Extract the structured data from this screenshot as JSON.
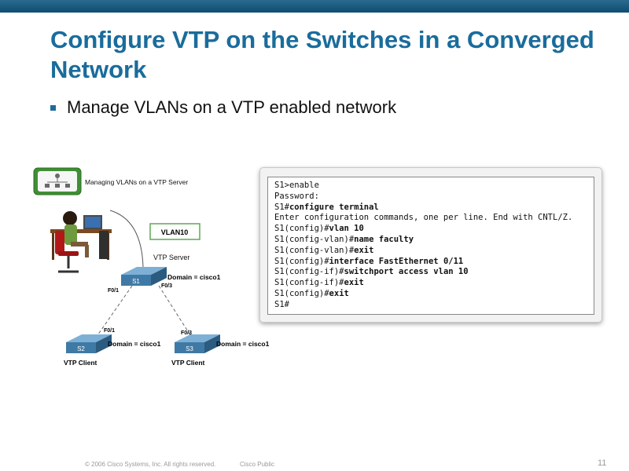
{
  "slide": {
    "title": "Configure VTP on the Switches in a Converged Network",
    "bullet": "Manage VLANs on a VTP enabled network"
  },
  "diagram": {
    "caption": "Managing VLANs on a VTP Server",
    "vlan_label": "VLAN10",
    "server_role": "VTP Server",
    "s1": {
      "name": "S1",
      "domain": "Domain = cisco1",
      "port_left": "F0/1",
      "port_right": "F0/3"
    },
    "s2": {
      "name": "S2",
      "domain": "Domain = cisco1",
      "port": "F0/1",
      "role": "VTP Client"
    },
    "s3": {
      "name": "S3",
      "domain": "Domain = cisco1",
      "port": "F0/3",
      "role": "VTP Client"
    }
  },
  "cli": {
    "lines": [
      {
        "prefix": "S1>enable",
        "cmd": ""
      },
      {
        "prefix": "Password:",
        "cmd": ""
      },
      {
        "prefix": "S1#",
        "cmd": "configure terminal"
      },
      {
        "prefix": "Enter configuration commands, one per line. End with CNTL/Z.",
        "cmd": ""
      },
      {
        "prefix": "S1(config)#",
        "cmd": "vlan 10"
      },
      {
        "prefix": "S1(config-vlan)#",
        "cmd": "name faculty"
      },
      {
        "prefix": "S1(config-vlan)#",
        "cmd": "exit"
      },
      {
        "prefix": "S1(config)#",
        "cmd": "interface FastEthernet 0/11"
      },
      {
        "prefix": "S1(config-if)#",
        "cmd": "switchport access vlan 10"
      },
      {
        "prefix": "S1(config-if)#",
        "cmd": "exit"
      },
      {
        "prefix": "S1(config)#",
        "cmd": "exit"
      },
      {
        "prefix": "S1#",
        "cmd": ""
      }
    ]
  },
  "footer": {
    "copyright": "© 2006 Cisco Systems, Inc. All rights reserved.",
    "classification": "Cisco Public",
    "page": "11"
  },
  "colors": {
    "title": "#1a6c9c",
    "topbar": "#0f4d72",
    "switch": "#3f7aa6"
  }
}
